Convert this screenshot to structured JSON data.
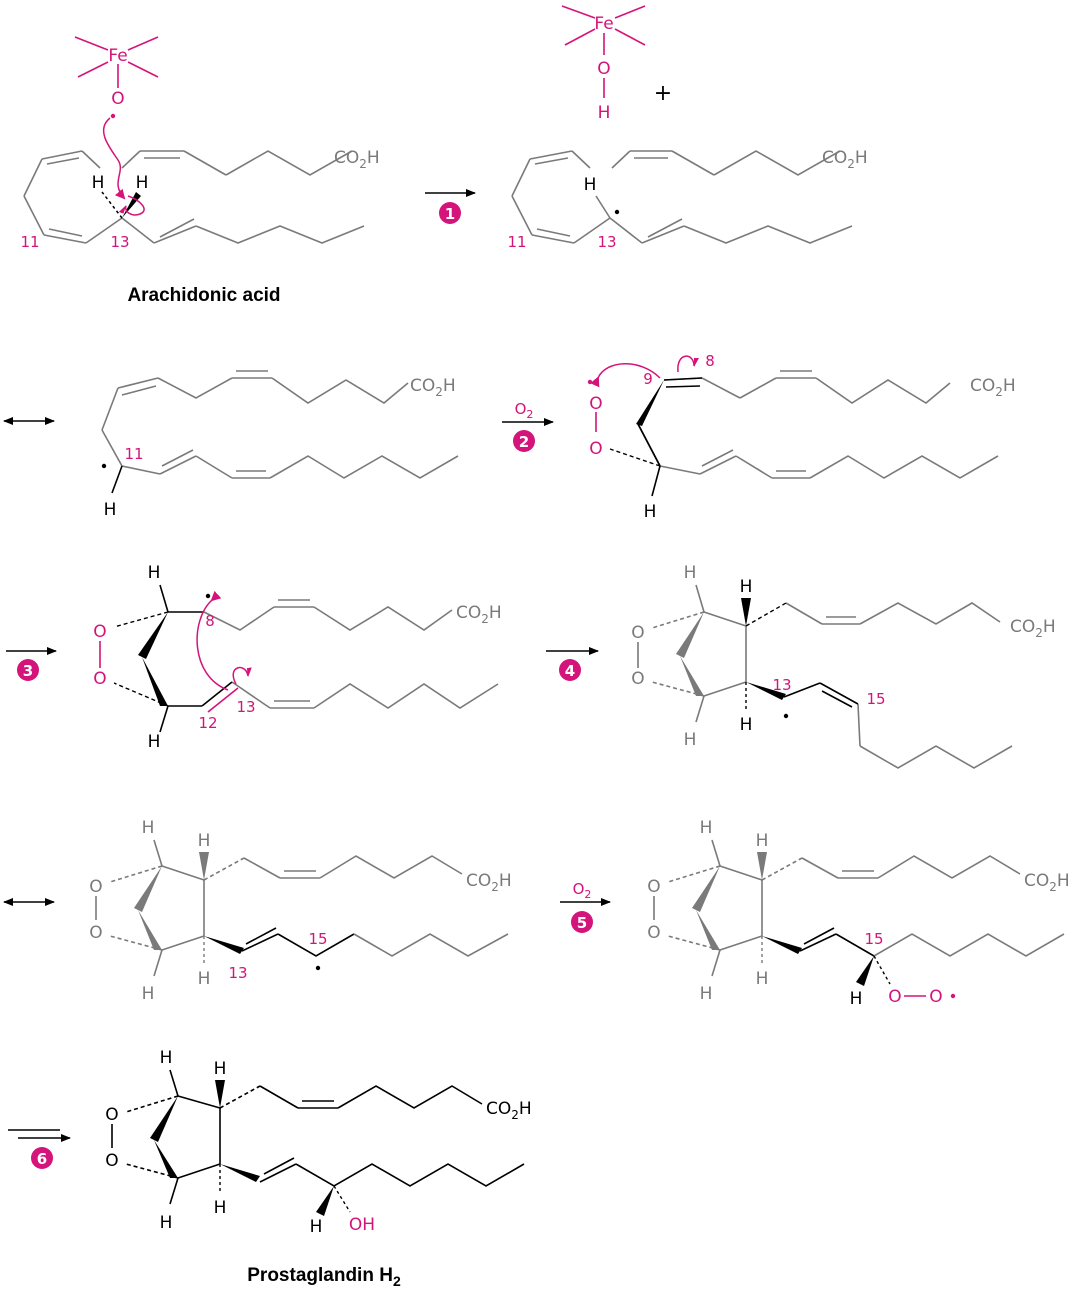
{
  "colors": {
    "accent": "#d4147a",
    "grey": "#7a7a7a",
    "black": "#000000"
  },
  "labels": {
    "fe": "Fe",
    "o": "O",
    "h": "H",
    "oh": "OH",
    "co2h_main": "CO",
    "co2h_sub": "2",
    "co2h_tail": "H",
    "plus": "+",
    "o2_main": "O",
    "o2_sub": "2"
  },
  "molecules": {
    "arachidonic_acid": "Arachidonic acid",
    "pgh2_main": "Prostaglandin H",
    "pgh2_sub": "2"
  },
  "steps": [
    "1",
    "2",
    "3",
    "4",
    "5",
    "6"
  ],
  "atom_numbers": {
    "n8": "8",
    "n9": "9",
    "n11": "11",
    "n12": "12",
    "n13": "13",
    "n15": "15"
  }
}
